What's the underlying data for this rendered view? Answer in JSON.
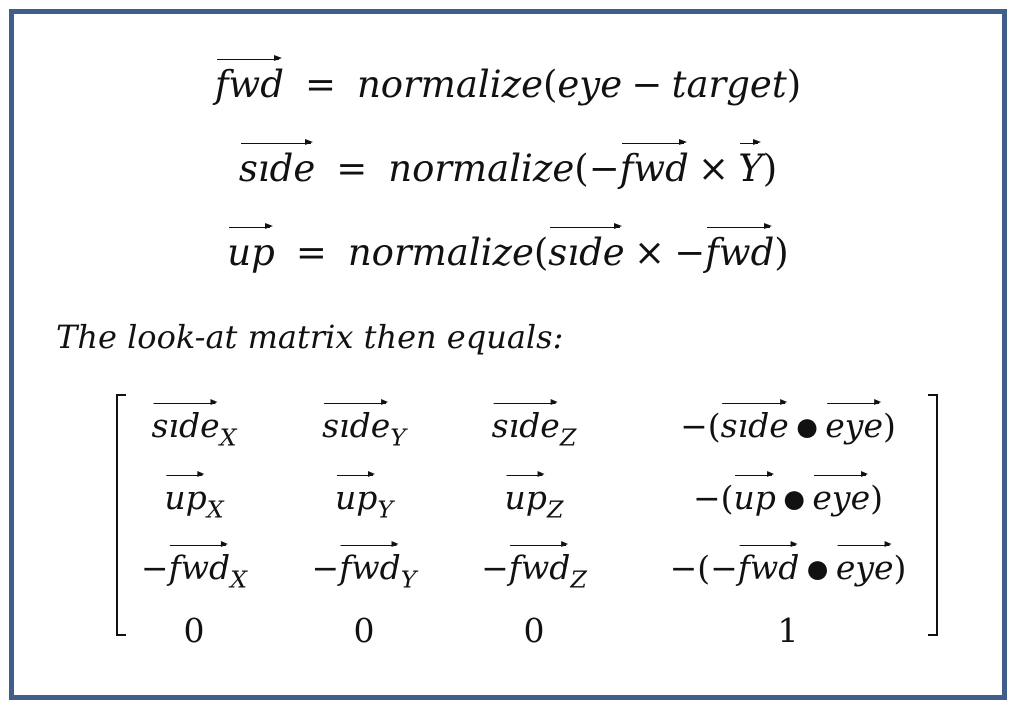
{
  "equations": {
    "fwd": {
      "lhs": "fwd",
      "equals": "=",
      "fn": "normalize",
      "open": "(",
      "a": "eye",
      "minus": "−",
      "b": "target",
      "close": ")"
    },
    "side": {
      "lhs": "sıde",
      "equals": "=",
      "fn": "normalize",
      "open": "(",
      "neg": "−",
      "a": "fwd",
      "cross": "×",
      "b": "Y",
      "close": ")"
    },
    "up": {
      "lhs": "up",
      "equals": "=",
      "fn": "normalize",
      "open": "(",
      "a": "sıde",
      "cross": "×",
      "neg": "−",
      "b": "fwd",
      "close": ")"
    }
  },
  "intro_text": "The look-at matrix then equals:",
  "matrix": {
    "row1": {
      "c1": "sıde",
      "s1": "X",
      "c2": "sıde",
      "s2": "Y",
      "c3": "sıde",
      "s3": "Z",
      "t_a": "sıde",
      "t_b": "eye"
    },
    "row2": {
      "c1": "up",
      "s1": "X",
      "c2": "up",
      "s2": "Y",
      "c3": "up",
      "s3": "Z",
      "t_a": "up",
      "t_b": "eye"
    },
    "row3": {
      "c1": "fwd",
      "s1": "X",
      "c2": "fwd",
      "s2": "Y",
      "c3": "fwd",
      "s3": "Z",
      "t_a": "fwd",
      "t_b": "eye"
    },
    "row4": {
      "c1": "0",
      "c2": "0",
      "c3": "0",
      "c4": "1"
    },
    "symbols": {
      "neg": "−",
      "open": "(",
      "close": ")",
      "dot": "●"
    }
  },
  "colors": {
    "frame_border": "#3f5f8a",
    "background": "#ffffff",
    "text": "#111111"
  }
}
